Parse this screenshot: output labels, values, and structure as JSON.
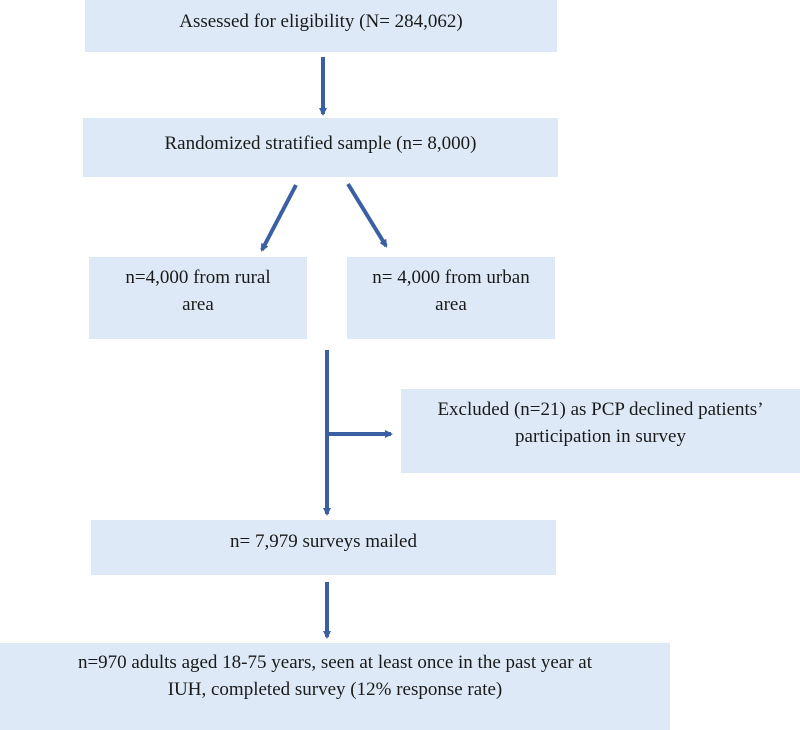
{
  "boxes": {
    "eligibility": {
      "line1": "Assessed for eligibility (N= 284,062)"
    },
    "randomized": {
      "line1": "Randomized stratified sample (n= 8,000)"
    },
    "rural": {
      "line1": "n=4,000 from rural",
      "line2": "area"
    },
    "urban": {
      "line1": "n= 4,000 from urban",
      "line2": "area"
    },
    "excluded": {
      "line1": "Excluded (n=21) as PCP declined patients’",
      "line2": "participation in survey"
    },
    "mailed": {
      "line1": "n= 7,979 surveys mailed"
    },
    "completed": {
      "line1": "n=970 adults aged 18-75 years, seen at least once in the past year at",
      "line2": "IUH, completed survey (12% response rate)"
    }
  },
  "colors": {
    "box_fill": "#dde9f6",
    "arrow": "#3b5fa3",
    "text": "#1a1a1a"
  }
}
